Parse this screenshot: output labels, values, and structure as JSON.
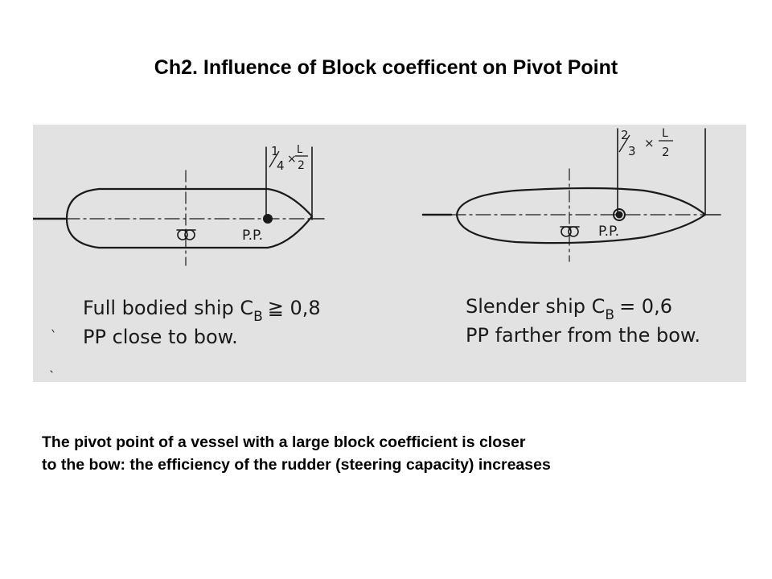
{
  "title": "Ch2. Influence of Block coefficent on Pivot Point",
  "figure": {
    "left_ship": {
      "fraction_num": "1",
      "fraction_den": "4",
      "times": "×",
      "l_num": "L",
      "l_den": "2",
      "pp_label": "P.P.",
      "desc_line1_pre": "Full bodied ship C",
      "desc_line1_sub": "B",
      "desc_line1_post": "≧ 0,8",
      "desc_line2": "PP close  to bow."
    },
    "right_ship": {
      "fraction_num": "2",
      "fraction_den": "3",
      "times": "×",
      "l_num": "L",
      "l_den": "2",
      "pp_label": "P.P.",
      "desc_line1_pre": "Slender  ship  C",
      "desc_line1_sub": "B",
      "desc_line1_post": "= 0,6",
      "desc_line2": "PP farther   from the bow."
    }
  },
  "caption": {
    "line1": "The pivot point of a vessel with a large block coefficient is closer",
    "line2": "to the bow: the efficiency of the rudder (steering capacity) increases"
  }
}
